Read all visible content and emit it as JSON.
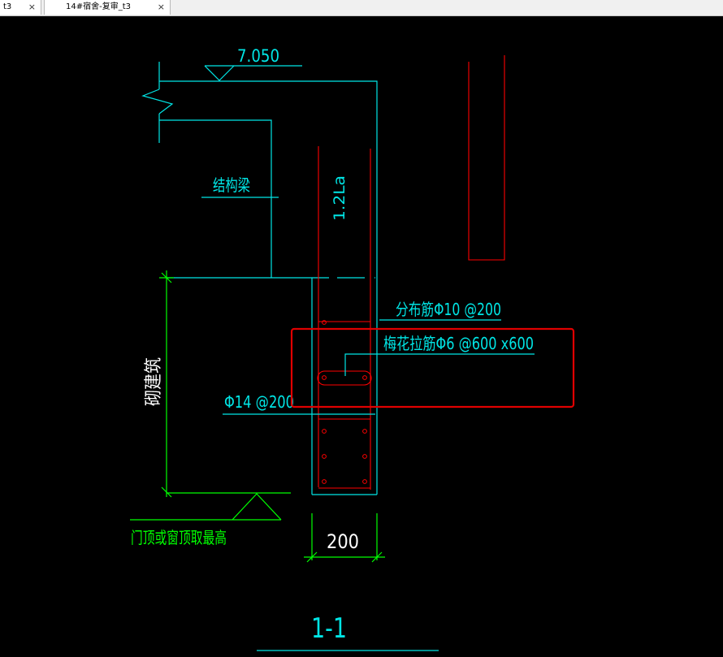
{
  "tabs": [
    {
      "label": "t3",
      "close": "×"
    },
    {
      "label": "14#宿舍-复审_t3",
      "close": "×"
    }
  ],
  "drawing": {
    "elevation": "7.050",
    "beam_label": "结构梁",
    "anchor_length": "1.2La",
    "distribution_bar": "分布筋Φ10 @200",
    "tie_bar": "梅花拉筋Φ6 @600 x600",
    "main_bar": "Φ14 @200",
    "masonry_label": "砌建筑",
    "height_note": "门顶或窗顶取最高",
    "width_dim": "200",
    "section_title": "1-1"
  },
  "colors": {
    "cyan": "#00e5e5",
    "green": "#00ff00",
    "red": "#ff0000",
    "white": "#ffffff",
    "highlight": "#e00000"
  }
}
